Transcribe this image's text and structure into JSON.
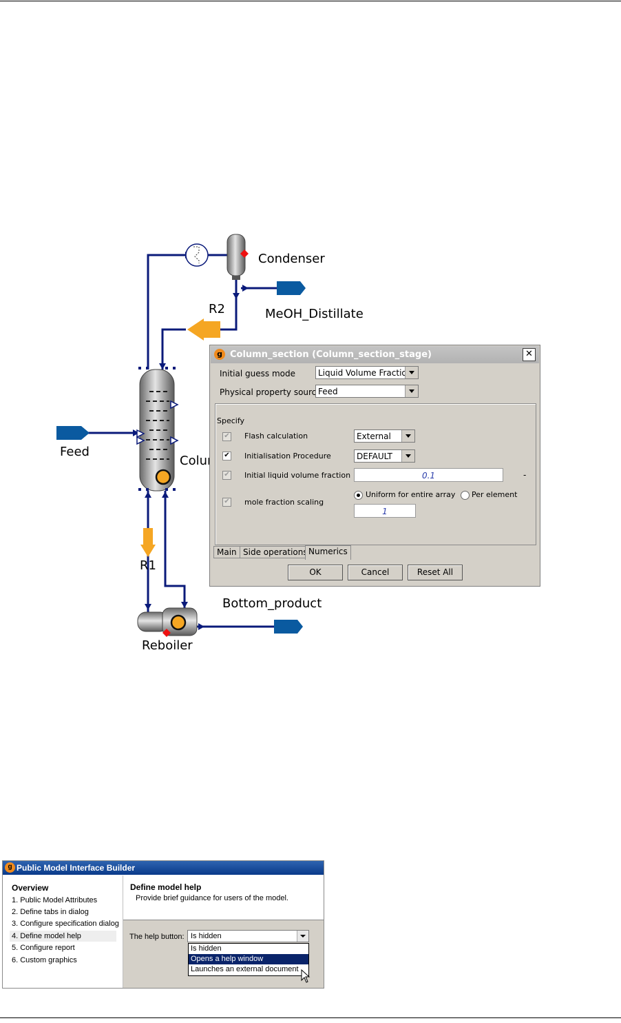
{
  "flowsheet": {
    "labels": {
      "condenser": "Condenser",
      "r2": "R2",
      "distillate": "MeOH_Distillate",
      "feed": "Feed",
      "column": "Colum",
      "r1": "R1",
      "bottom": "Bottom_product",
      "reboiler": "Reboiler"
    }
  },
  "dialog": {
    "title": "Column_section (Column_section_stage)",
    "close": "✕",
    "initial_guess_label": "Initial guess mode",
    "initial_guess_value": "Liquid Volume Fraction",
    "property_source_label": "Physical property source",
    "property_source_value": "Feed",
    "specify_label": "Specify",
    "flash_label": "Flash calculation",
    "flash_value": "External",
    "init_label": "Initialisation Procedure",
    "init_value": "DEFAULT",
    "liq_frac_label": "Initial liquid volume fraction",
    "liq_frac_value": "0.1",
    "liq_frac_unit": "-",
    "mole_label": "mole fraction scaling",
    "uniform_label": "Uniform for entire array",
    "per_element_label": "Per element",
    "mole_value": "1",
    "tabs": [
      "Main",
      "Side operations",
      "Numerics"
    ],
    "ok": "OK",
    "cancel": "Cancel",
    "reset": "Reset All",
    "check_mark": "✔"
  },
  "pmi": {
    "title": "Public Model Interface Builder",
    "overview": "Overview",
    "items": [
      "1. Public Model Attributes",
      "2. Define tabs in dialog",
      "3. Configure specification dialog",
      "4. Define model help",
      "5. Configure report",
      "6. Custom graphics"
    ],
    "heading": "Define model help",
    "description": "Provide brief guidance for users of the model.",
    "help_label": "The help button:",
    "help_value": "Is hidden",
    "options": [
      "Is hidden",
      "Opens a help window",
      "Launches an external document"
    ]
  },
  "colors": {
    "stream": "#0a1a7a",
    "recycle": "#f5a623",
    "port": "#0a5aa0",
    "dialog_bg": "#d4d0c8"
  }
}
